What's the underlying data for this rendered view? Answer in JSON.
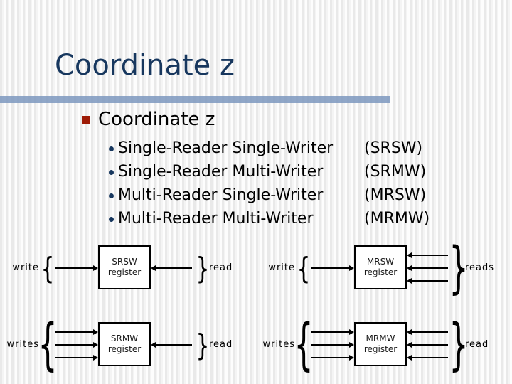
{
  "slide": {
    "title": "Coordinate z",
    "heading": "Coordinate z",
    "bullets": [
      {
        "text": "Single-Reader Single-Writer",
        "acronym": "(SRSW)"
      },
      {
        "text": "Single-Reader Multi-Writer",
        "acronym": "(SRMW)"
      },
      {
        "text": "Multi-Reader Single-Writer",
        "acronym": "(MRSW)"
      },
      {
        "text": "Multi-Reader Multi-Writer",
        "acronym": "(MRMW)"
      }
    ]
  },
  "diagrams": [
    {
      "left_label": "write",
      "box_line1": "SRSW",
      "box_line2": "register",
      "right_label": "read",
      "writers": 1,
      "readers": 1
    },
    {
      "left_label": "write",
      "box_line1": "MRSW",
      "box_line2": "register",
      "right_label": "reads",
      "writers": 1,
      "readers": 3
    },
    {
      "left_label": "writes",
      "box_line1": "SRMW",
      "box_line2": "register",
      "right_label": "read",
      "writers": 3,
      "readers": 1
    },
    {
      "left_label": "writes",
      "box_line1": "MRMW",
      "box_line2": "register",
      "right_label": "read",
      "writers": 3,
      "readers": 3
    }
  ],
  "glyphs": {
    "brace_open": "{",
    "brace_close": "}"
  },
  "colors": {
    "title_text": "#17375E",
    "accent_bar": "#7C98BE",
    "bullet_square": "#9E1B06",
    "bullet_dot": "#17375E"
  }
}
